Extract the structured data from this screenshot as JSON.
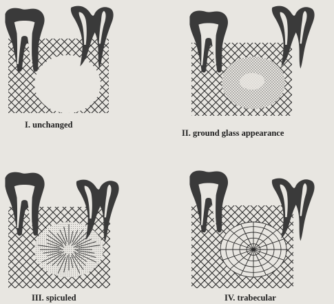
{
  "figure": {
    "background": "#e8e6e1",
    "ink": "#2a2a2a",
    "panels": [
      {
        "id": "unchanged",
        "caption": "I. unchanged",
        "pattern": "none"
      },
      {
        "id": "ground-glass",
        "caption": "II. ground glass appearance",
        "pattern": "ground-glass"
      },
      {
        "id": "spiculed",
        "caption": "III. spiculed",
        "pattern": "spiculed"
      },
      {
        "id": "trabecular",
        "caption": "IV. trabecular",
        "pattern": "trabecular"
      }
    ]
  }
}
